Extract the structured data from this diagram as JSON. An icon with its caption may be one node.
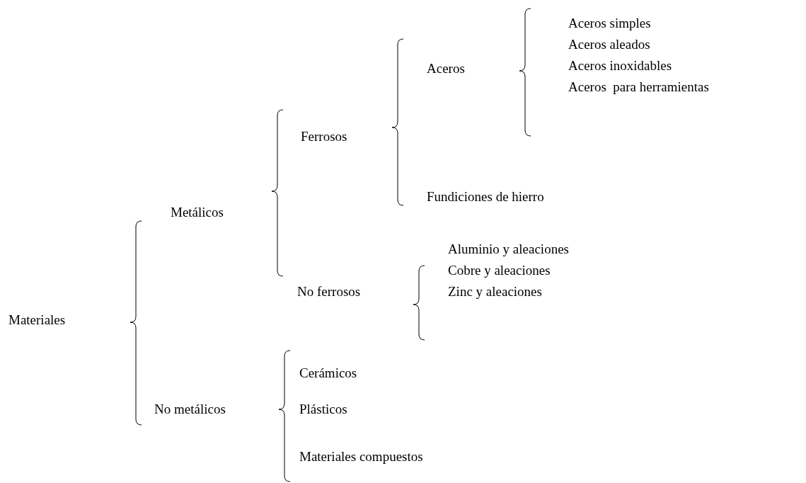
{
  "diagram": {
    "nodes": [
      {
        "text": [
          "Materiales"
        ]
      },
      {
        "text": [
          "Metálicos"
        ]
      },
      {
        "text": [
          "No metálicos"
        ]
      },
      {
        "text": [
          "Ferrosos"
        ]
      },
      {
        "text": [
          "No ferrosos"
        ]
      },
      {
        "text": [
          "Aceros"
        ]
      },
      {
        "text": [
          "Fundiciones de hierro"
        ]
      },
      {
        "text": [
          "Aceros simples"
        ]
      },
      {
        "text": [
          "Aceros aleados"
        ]
      },
      {
        "text": [
          "Aceros inoxidables"
        ]
      },
      {
        "text": [
          "Aceros  para herramientas"
        ]
      },
      {
        "text": [
          "Aluminio y aleaciones"
        ]
      },
      {
        "text": [
          "Cobre y aleaciones"
        ]
      },
      {
        "text": [
          "Zinc y aleaciones"
        ]
      },
      {
        "text": [
          "Cerámicos"
        ]
      },
      {
        "text": [
          "Plásticos"
        ]
      },
      {
        "text": [
          "Materiales compuestos"
        ]
      }
    ]
  }
}
